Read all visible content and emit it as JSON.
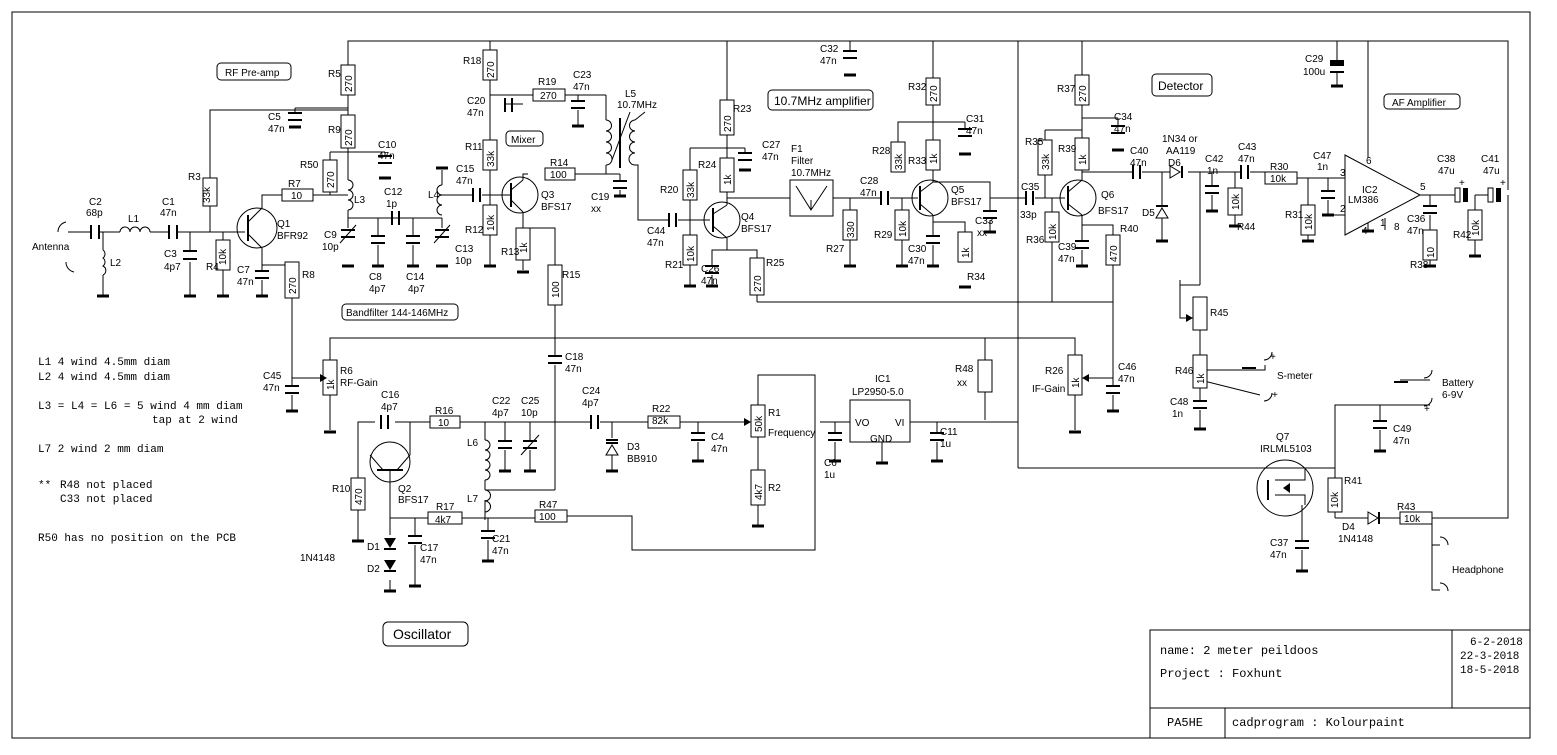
{
  "section_labels": {
    "rf_preamp": "RF Pre-amp",
    "mixer": "Mixer",
    "amp_10_7": "10.7MHz amplifier",
    "detector": "Detector",
    "af_amp": "AF Amplifier",
    "bandfilter": "Bandfilter 144-146MHz",
    "oscillator": "Oscillator"
  },
  "notes": {
    "l1": "L1  4 wind 4.5mm diam",
    "l2": "L2  4 wind 4.5mm diam",
    "l3_a": "L3 = L4 = L6 = 5 wind 4 mm diam",
    "l3_b": "tap at 2 wind",
    "l7": "L7 2 wind 2 mm diam",
    "star": "**",
    "r48": "R48 not placed",
    "c33": "C33 not placed",
    "r50": "R50 has no position on the PCB"
  },
  "title_block": {
    "name": "name: 2 meter peildoos",
    "project": "Project : Foxhunt",
    "dates": [
      "6-2-2018",
      "22-3-2018",
      "18-5-2018"
    ],
    "callsign": "PA5HE",
    "cad": "cadprogram : Kolourpaint"
  },
  "io_labels": {
    "antenna": "Antenna",
    "smeter": "S-meter",
    "battery": "Battery",
    "battery_v": "6-9V",
    "headphone": "Headphone"
  },
  "components": {
    "C2": "C2",
    "C2v": "68p",
    "L1": "L1",
    "L2": "L2",
    "C1": "C1",
    "C1v": "47n",
    "C3": "C3",
    "C3v": "4p7",
    "R3": "R3",
    "R3v": "33k",
    "R4": "R4",
    "R4v": "10k",
    "Q1": "Q1",
    "Q1v": "BFR92",
    "C7": "C7",
    "C7v": "47n",
    "R8": "R8",
    "R8v": "270",
    "R7": "R7",
    "R7v": "10",
    "R5": "R5",
    "R5v": "270",
    "C5": "C5",
    "C5v": "47n",
    "R9": "R9",
    "R9v": "270",
    "C10": "C10",
    "C10v": "47n",
    "R50": "R50",
    "R50v": "270",
    "L3": "L3",
    "C12": "C12",
    "C12v": "1p",
    "C9": "C9",
    "C9v": "10p",
    "C8": "C8",
    "C8v": "4p7",
    "C14": "C14",
    "C14v": "4p7",
    "C13": "C13",
    "C13v": "10p",
    "L4": "L4",
    "C15": "C15",
    "C15v": "47n",
    "R18": "R18",
    "R18v": "270",
    "C20": "C20",
    "C20v": "47n",
    "R11": "R11",
    "R11v": "33k",
    "R12": "R12",
    "R12v": "10k",
    "Q3": "Q3",
    "Q3v": "BFS17",
    "R13": "R13",
    "R13v": "1k",
    "R14": "R14",
    "R14v": "100",
    "R15": "R15",
    "R15v": "100",
    "R19": "R19",
    "R19v": "270",
    "C23": "C23",
    "C23v": "47n",
    "L5": "L5",
    "L5v": "10.7MHz",
    "C19": "C19",
    "C19v": "xx",
    "C44": "C44",
    "C44v": "47n",
    "R20": "R20",
    "R20v": "33k",
    "R21": "R21",
    "R21v": "10k",
    "R23": "R23",
    "R23v": "270",
    "R24": "R24",
    "R24v": "1k",
    "C27": "C27",
    "C27v": "47n",
    "Q4": "Q4",
    "Q4v": "BFS17",
    "C26": "C26",
    "C26v": "47n",
    "R25": "R25",
    "R25v": "270",
    "F1": "F1",
    "F1a": "Filter",
    "F1b": "10.7MHz",
    "R27": "R27",
    "R27v": "330",
    "C28": "C28",
    "C28v": "47n",
    "C32": "C32",
    "C32v": "47n",
    "R32": "R32",
    "R32v": "270",
    "C31": "C31",
    "C31v": "47n",
    "R28": "R28",
    "R28v": "33k",
    "R33": "R33",
    "R33v": "1k",
    "Q5": "Q5",
    "Q5v": "BFS17",
    "R29": "R29",
    "R29v": "10k",
    "C30": "C30",
    "C30v": "47n",
    "R34": "R34",
    "R34v": "1k",
    "C33": "C33",
    "C33v": "xx",
    "R37": "R37",
    "R37v": "270",
    "C34": "C34",
    "C34v": "47n",
    "R35": "R35",
    "R35v": "33k",
    "R39": "R39",
    "R39v": "1k",
    "C35": "C35",
    "C35v": "33p",
    "Q6": "Q6",
    "Q6v": "BFS17",
    "R36": "R36",
    "R36v": "10k",
    "C39": "C39",
    "C39v": "47n",
    "R40": "R40",
    "R40v": "470",
    "C40": "C40",
    "C40v": "47n",
    "D6": "D6",
    "D6a": "1N34  or",
    "D6b": "AA119",
    "D5": "D5",
    "C42": "C42",
    "C42v": "1n",
    "R44": "R44",
    "R44v": "10k",
    "C43": "C43",
    "C43v": "47n",
    "R30": "R30",
    "R30v": "10k",
    "C47": "C47",
    "C47v": "1n",
    "R31": "R31",
    "R31v": "10k",
    "IC2": "IC2",
    "IC2v": "LM386",
    "pin2": "2",
    "pin3": "3",
    "pin4": "4",
    "pin5": "5",
    "pin6": "6",
    "pin1": "1",
    "pin8": "8",
    "C29": "C29",
    "C29v": "100u",
    "C36": "C36",
    "C36v": "47n",
    "R38": "R38",
    "R38v": "10",
    "C38": "C38",
    "C38v": "47u",
    "C41": "C41",
    "C41v": "47u",
    "R42": "R42",
    "R42v": "10k",
    "plus": "+",
    "R45": "R45",
    "R46": "R46",
    "R46v": "1k",
    "C48": "C48",
    "C48v": "1n",
    "C45": "C45",
    "C45v": "47n",
    "R6": "R6",
    "R6v": "1k",
    "R6n": "RF-Gain",
    "R26": "R26",
    "R26v": "1k",
    "R26n": "IF-Gain",
    "C46": "C46",
    "C46v": "47n",
    "R48": "R48",
    "R48v": "xx",
    "C18": "C18",
    "C18v": "47n",
    "C16": "C16",
    "C16v": "4p7",
    "R16": "R16",
    "R16v": "10",
    "C22": "C22",
    "C22v": "4p7",
    "C25": "C25",
    "C25v": "10p",
    "C24": "C24",
    "C24v": "4p7",
    "R22": "R22",
    "R22v": "82k",
    "C4": "C4",
    "C4v": "47n",
    "R1": "R1",
    "R1v": "50k",
    "R1n": "Frequency",
    "R2": "R2",
    "R2v": "4k7",
    "D3": "D3",
    "D3v": "BB910",
    "L6": "L6",
    "L7": "L7",
    "Q2": "Q2",
    "Q2v": "BFS17",
    "R10": "R10",
    "R10v": "470",
    "R17": "R17",
    "R17v": "4k7",
    "R47": "R47",
    "R47v": "100",
    "C21": "C21",
    "C21v": "47n",
    "C17": "C17",
    "C17v": "47n",
    "D1": "D1",
    "D2": "D2",
    "D1v": "1N4148",
    "IC1": "IC1",
    "IC1v": "LP2950-5.0",
    "VO": "VO",
    "VI": "VI",
    "GND": "GND",
    "C6": "C6",
    "C6v": "1u",
    "C11": "C11",
    "C11v": "1u",
    "Q7": "Q7",
    "Q7v": "IRLML5103",
    "R41": "R41",
    "R41v": "10k",
    "C49": "C49",
    "C49v": "47n",
    "C37": "C37",
    "C37v": "47n",
    "D4": "D4",
    "D4v": "1N4148",
    "R43": "R43",
    "R43v": "10k"
  }
}
